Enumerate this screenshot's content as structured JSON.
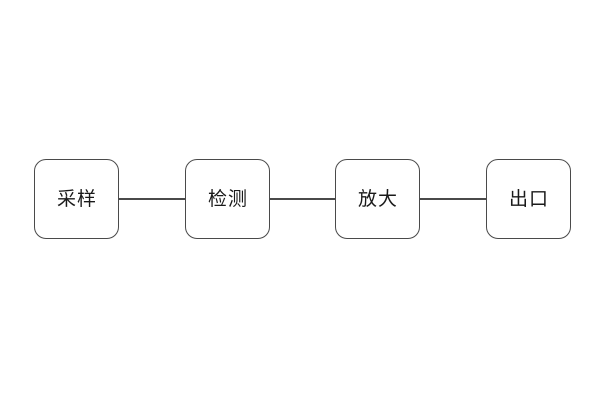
{
  "colors": {
    "background": "#ffffff",
    "box_border": "#4a4a4a",
    "box_fill": "#ffffff",
    "connector": "#4a4a4a",
    "text": "#1a1a1a"
  },
  "flowchart": {
    "nodes": [
      {
        "id": "node-sampling",
        "label": "采样"
      },
      {
        "id": "node-detection",
        "label": "检测"
      },
      {
        "id": "node-amplification",
        "label": "放大"
      },
      {
        "id": "node-outlet",
        "label": "出口"
      }
    ],
    "connections": [
      {
        "from": "采样",
        "to": "检测"
      },
      {
        "from": "检测",
        "to": "放大"
      },
      {
        "from": "放大",
        "to": "出口"
      }
    ]
  }
}
